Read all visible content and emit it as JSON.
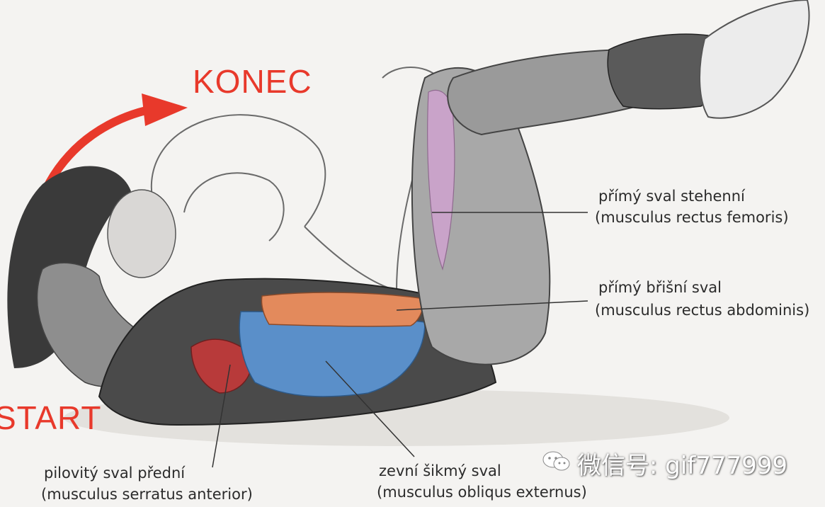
{
  "phases": {
    "end_label": "KONEC",
    "start_label": "START"
  },
  "labels": {
    "rectus_femoris": {
      "line1": "přímý sval stehenní",
      "line2": "(musculus rectus femoris)"
    },
    "rectus_abdominis": {
      "line1": "přímý břišní sval",
      "line2": "(musculus rectus abdominis)"
    },
    "serratus": {
      "line1": "pilovitý sval přední",
      "line2": "(musculus serratus anterior)"
    },
    "obliquus": {
      "line1": "zevní šikmý sval",
      "line2": "(musculus obliqus externus)"
    }
  },
  "watermark": {
    "text": "微信号: gif777999"
  },
  "colors": {
    "arrow": "#e8392b",
    "abdominis": "#e38a5c",
    "obliquus": "#5a8fc9",
    "serratus": "#b83a3a",
    "femoris": "#c9a3c9"
  }
}
